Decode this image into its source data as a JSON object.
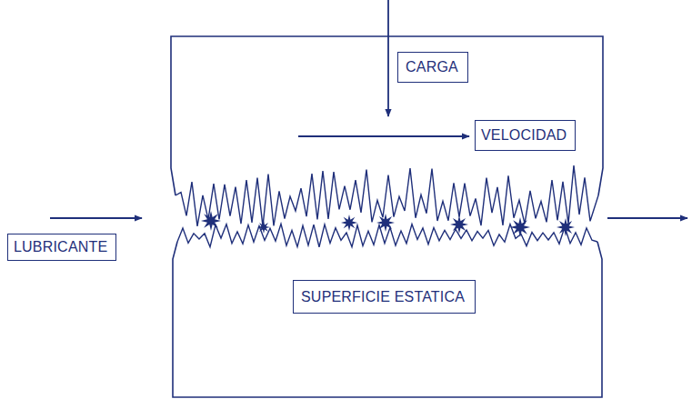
{
  "diagram": {
    "nodes": [
      {
        "text": [
          "CARGA"
        ]
      },
      {
        "text": [
          "VELOCIDAD"
        ]
      },
      {
        "text": [
          "LUBRICANTE"
        ]
      },
      {
        "text": [
          "SUPERFICIE ESTATICA"
        ]
      }
    ]
  }
}
